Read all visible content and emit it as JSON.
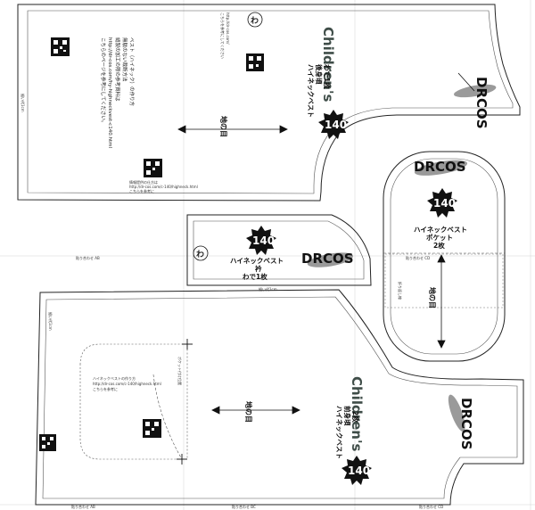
{
  "brand": "DRCOS",
  "children_label": "Children's",
  "size_badge": "140",
  "grain_label": "地の目",
  "wa_mark": "わ",
  "back_piece": {
    "title": "ハイネックベスト",
    "subtitle": "後身頃",
    "count": "わで1枚"
  },
  "collar_piece": {
    "title": "ハイネックベスト",
    "subtitle": "衿",
    "count": "わで1枚",
    "seam": "縫い代1cm"
  },
  "pocket_piece": {
    "title": "ハイネックベスト",
    "subtitle": "ポケット",
    "count": "2枚",
    "fold": "折り返し線"
  },
  "front_piece": {
    "title": "ハイネックベスト",
    "subtitle": "前身頃",
    "count": "2枚",
    "pocket_pos": "ポケット付け位置"
  },
  "instructions": {
    "line1": "ベスト（ハイネック）の作り方",
    "line2": "無駄のない裁断方法",
    "line3": "縫製の加工の際の参考資料は",
    "line4": "http://dr-cos.com/hy-highneckvest-c140.html",
    "line5": "こちらのページを参考にしてください。"
  },
  "qr_notes": {
    "back_link": "http://dr-cos.com/",
    "back_hint": "こちらを参考にしてください",
    "info_title": "情報提供の仕方は",
    "info_url": "http://dr-cos.com/c-140/highneck.html",
    "info_hint": "こちらを参考に",
    "front_hint": "ハイネックベストの作り方",
    "front_hint2": "こちらを参考に"
  },
  "edge_labels": {
    "seam_allowance": "縫い代1cm",
    "match_a": "貼り合わせ AB",
    "match_b": "貼り合わせ BC",
    "match_c": "貼り合わせ CD"
  }
}
